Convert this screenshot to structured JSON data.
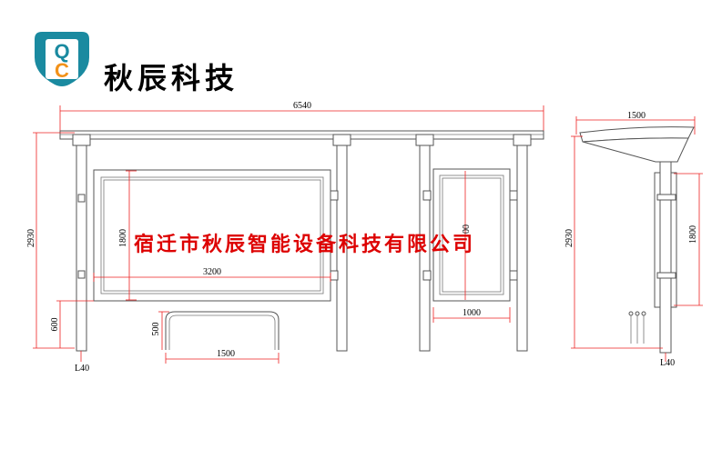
{
  "logo": {
    "letters": [
      "Q",
      "C"
    ],
    "colors": {
      "teal": "#1a8aa0",
      "orange": "#f2921a"
    }
  },
  "company_name": "秋辰科技",
  "watermark": "宿迁市秋辰智能设备科技有限公司",
  "dimensions": {
    "overall_width": "6540",
    "overall_height_left": "2930",
    "overall_height_side": "2930",
    "panel_height": "1800",
    "panel_height_side": "1800",
    "panel_width": "3200",
    "small_panel_width": "1000",
    "base_height": "600",
    "seat_height": "500",
    "seat_width": "1500",
    "roof_depth": "1500",
    "foot_label_front": "L40",
    "foot_label_side": "L40",
    "partial_small_panel_height": "00"
  }
}
